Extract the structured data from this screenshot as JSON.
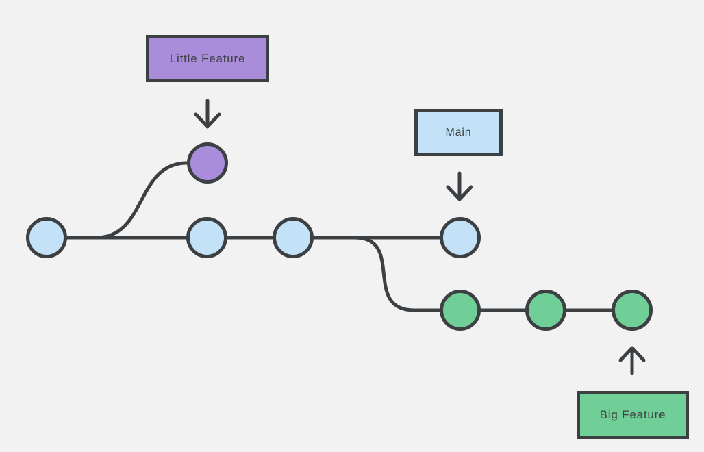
{
  "colors": {
    "background": "#f2f2f3",
    "stroke": "#3d4043",
    "text": "#3d4043",
    "purple-fill": "#a98ddb",
    "blue-fill": "#c3e2f8",
    "green-fill": "#70cf97"
  },
  "labels": {
    "little_feature": "Little Feature",
    "main": "Main",
    "big_feature": "Big Feature"
  },
  "diagram": {
    "type": "git-branch-graph",
    "branches": [
      {
        "name": "Main",
        "color": "#c3e2f8",
        "commit_count": 4
      },
      {
        "name": "Little Feature",
        "color": "#a98ddb",
        "commit_count": 1,
        "forks_from": "Main"
      },
      {
        "name": "Big Feature",
        "color": "#70cf97",
        "commit_count": 3,
        "forks_from": "Main"
      }
    ]
  }
}
